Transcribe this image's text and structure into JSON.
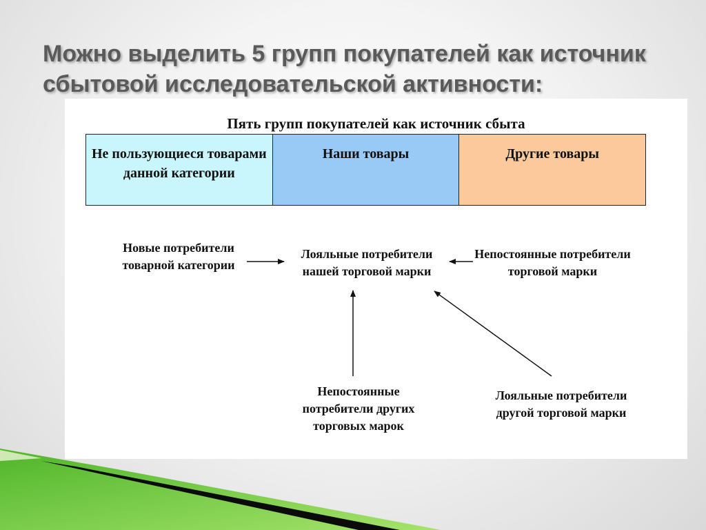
{
  "slide": {
    "title": "Можно выделить 5 групп покупателей как источник сбытовой исследовательской активности:"
  },
  "diagram": {
    "heading": "Пять групп покупателей как источник сбыта",
    "categories": [
      {
        "label": "Не пользующиеся товарами данной категории",
        "color": "#c9f5fd"
      },
      {
        "label": "Наши товары",
        "color": "#99c9f5"
      },
      {
        "label": "Другие товары",
        "color": "#fbc99b"
      }
    ],
    "nodes": {
      "new_users": "Новые потребители товарной категории",
      "loyal_ours": "Лояльные потребители нашей торговой марки",
      "switchers_ours": "Непостоянные потребители торговой марки",
      "switchers_others": "Непостоянные потребители других торговых марок",
      "loyal_other": "Лояльные потребители другой торговой марки"
    }
  },
  "colors": {
    "title_text": "#5a5a5a",
    "accent_green": "#7ed13c",
    "accent_black": "#111111"
  }
}
